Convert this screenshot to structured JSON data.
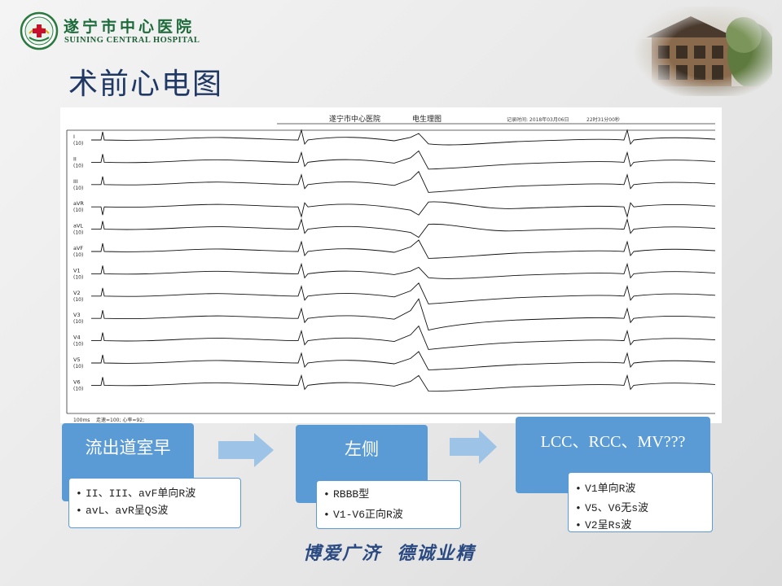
{
  "header": {
    "hospital_name_cn": "遂宁市中心医院",
    "hospital_name_en": "SUINING CENTRAL HOSPITAL"
  },
  "title": "术前心电图",
  "ecg": {
    "hospital": "遂宁市中心医院",
    "report": "电生理图",
    "record_time": "记录时间: 2018年03月06日",
    "clock": "22时31分00秒",
    "leads": [
      "I",
      "II",
      "III",
      "aVR",
      "aVL",
      "aVF",
      "V1",
      "V2",
      "V3",
      "V4",
      "V5",
      "V6"
    ],
    "gain": "(10)",
    "footer_left": "100ms",
    "footer_mid": "走速=100; 心率=92;"
  },
  "flow": [
    {
      "title": "流出道室早",
      "bullets": [
        "II、III、avF单向R波",
        "avL、avR呈QS波"
      ]
    },
    {
      "title": "左侧",
      "bullets": [
        "RBBB型",
        "V1-V6正向R波"
      ]
    },
    {
      "title": "LCC、RCC、MV???",
      "bullets": [
        "V1单向R波",
        "V5、V6无s波",
        "V2呈Rs波"
      ]
    }
  ],
  "motto": "博爱广济  德诚业精",
  "colors": {
    "accent": "#5b9bd5",
    "title": "#203864",
    "arrow": "#9dc3e6",
    "logo_green": "#1d6a3a"
  }
}
